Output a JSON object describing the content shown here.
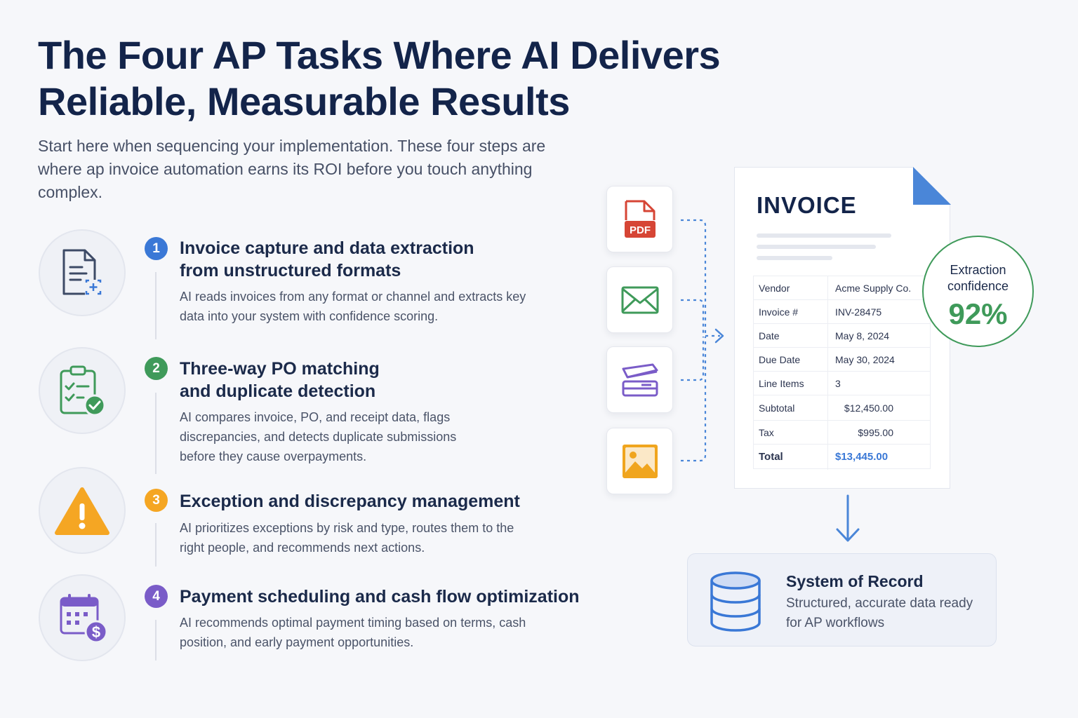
{
  "header": {
    "title": "The Four AP Tasks Where AI Delivers Reliable, Measurable Results",
    "subtitle": "Start here when sequencing your implementation. These four steps are where ap invoice automation earns its ROI before you touch anything complex."
  },
  "steps": [
    {
      "number": "1",
      "title": "Invoice capture and data extraction from unstructured formats",
      "description": "AI reads invoices from any format or channel and extracts key data into your system with confidence scoring.",
      "icon": "document-scan-icon",
      "color": "#3a78d6"
    },
    {
      "number": "2",
      "title": "Three-way PO matching and duplicate detection",
      "description": "AI compares invoice, PO, and receipt data, flags discrepancies, and detects duplicate submissions before they cause overpayments.",
      "icon": "checklist-icon",
      "color": "#3f9a5a"
    },
    {
      "number": "3",
      "title": "Exception and discrepancy management",
      "description": "AI prioritizes exceptions by risk and type, routes them to the right people, and recommends next actions.",
      "icon": "warning-icon",
      "color": "#f5a623"
    },
    {
      "number": "4",
      "title": "Payment scheduling and cash flow optimization",
      "description": "AI recommends optimal payment timing based on terms, cash position, and early payment opportunities.",
      "icon": "calendar-dollar-icon",
      "color": "#7a5cc8"
    }
  ],
  "sources": [
    {
      "icon": "pdf-icon",
      "label": "PDF",
      "color": "#d64535"
    },
    {
      "icon": "email-icon",
      "color": "#3f9a5a"
    },
    {
      "icon": "scanner-icon",
      "color": "#7a5cc8"
    },
    {
      "icon": "image-icon",
      "color": "#f0a51e"
    }
  ],
  "invoice": {
    "title": "INVOICE",
    "rows": [
      {
        "label": "Vendor",
        "value": "Acme Supply Co."
      },
      {
        "label": "Invoice #",
        "value": "INV-28475"
      },
      {
        "label": "Date",
        "value": "May 8, 2024"
      },
      {
        "label": "Due Date",
        "value": "May 30, 2024"
      },
      {
        "label": "Line Items",
        "value": "3"
      },
      {
        "label": "Subtotal",
        "value": "$12,450.00"
      },
      {
        "label": "Tax",
        "value": "$995.00"
      },
      {
        "label": "Total",
        "value": "$13,445.00"
      }
    ]
  },
  "confidence": {
    "label": "Extraction confidence",
    "value": "92%",
    "color": "#3f9a5a"
  },
  "system_of_record": {
    "title": "System of Record",
    "description": "Structured, accurate data ready for AP workflows",
    "icon": "database-icon"
  },
  "colors": {
    "accent": "#3a78d6",
    "navy": "#13244a"
  }
}
